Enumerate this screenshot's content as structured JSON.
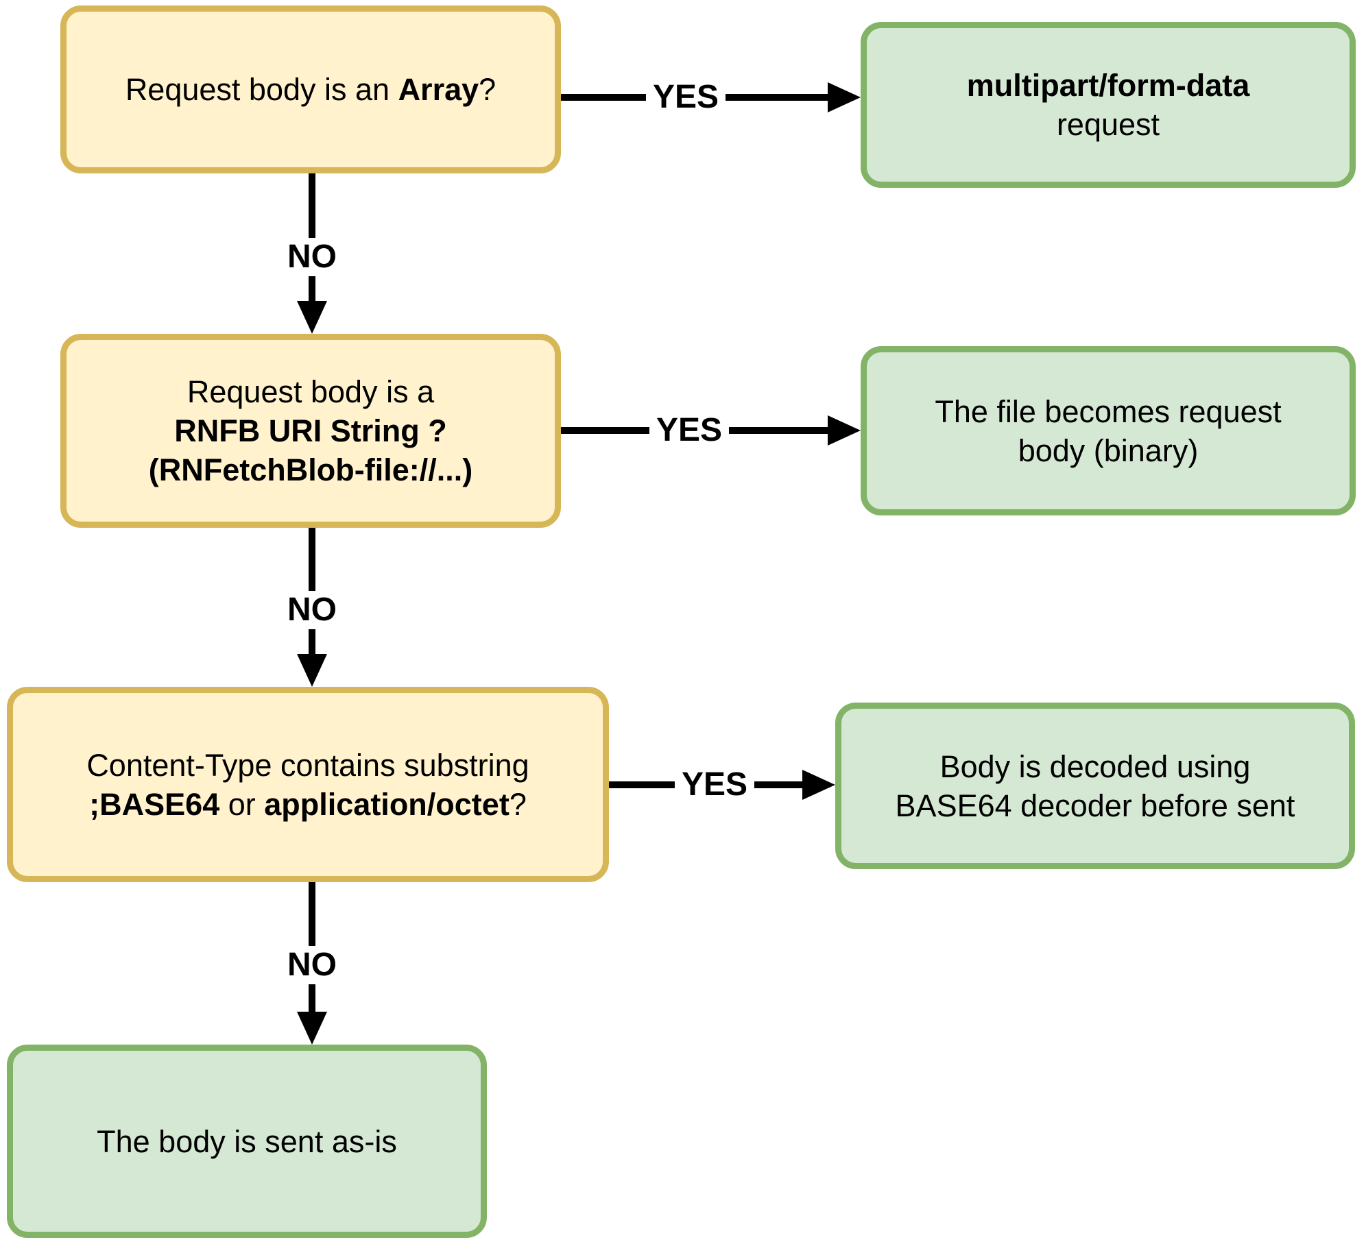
{
  "colors": {
    "question_fill": "#FFF2CC",
    "question_border": "#D6B656",
    "result_fill": "#D5E8D4",
    "result_border": "#82B366",
    "arrow": "#000000",
    "text": "#000000",
    "background": "#FFFFFF"
  },
  "nodes": {
    "q1": {
      "type": "question",
      "lines": [
        {
          "segments": [
            {
              "text": "Request body is an ",
              "bold": false
            },
            {
              "text": "Array",
              "bold": true
            },
            {
              "text": "?",
              "bold": false
            }
          ]
        }
      ]
    },
    "a1": {
      "type": "result",
      "lines": [
        {
          "segments": [
            {
              "text": "multipart/form-data",
              "bold": true
            }
          ]
        },
        {
          "segments": [
            {
              "text": "request",
              "bold": false
            }
          ]
        }
      ]
    },
    "q2": {
      "type": "question",
      "lines": [
        {
          "segments": [
            {
              "text": "Request body is a",
              "bold": false
            }
          ]
        },
        {
          "segments": [
            {
              "text": "RNFB URI String ?",
              "bold": true
            }
          ]
        },
        {
          "segments": [
            {
              "text": "(RNFetchBlob-file://...)",
              "bold": true
            }
          ]
        }
      ]
    },
    "a2": {
      "type": "result",
      "lines": [
        {
          "segments": [
            {
              "text": "The file becomes request",
              "bold": false
            }
          ]
        },
        {
          "segments": [
            {
              "text": "body (binary)",
              "bold": false
            }
          ]
        }
      ]
    },
    "q3": {
      "type": "question",
      "lines": [
        {
          "segments": [
            {
              "text": "Content-Type contains substring",
              "bold": false
            }
          ]
        },
        {
          "segments": [
            {
              "text": ";BASE64",
              "bold": true
            },
            {
              "text": " or ",
              "bold": false
            },
            {
              "text": "application/octet",
              "bold": true
            },
            {
              "text": "?",
              "bold": false
            }
          ]
        }
      ]
    },
    "a3": {
      "type": "result",
      "lines": [
        {
          "segments": [
            {
              "text": "Body is decoded using",
              "bold": false
            }
          ]
        },
        {
          "segments": [
            {
              "text": "BASE64 decoder before sent",
              "bold": false
            }
          ]
        }
      ]
    },
    "a4": {
      "type": "result",
      "lines": [
        {
          "segments": [
            {
              "text": "The body is sent as-is",
              "bold": false
            }
          ]
        }
      ]
    }
  },
  "edges": {
    "yes1": {
      "label": "YES"
    },
    "no1": {
      "label": "NO"
    },
    "yes2": {
      "label": "YES"
    },
    "no2": {
      "label": "NO"
    },
    "yes3": {
      "label": "YES"
    },
    "no3": {
      "label": "NO"
    }
  }
}
